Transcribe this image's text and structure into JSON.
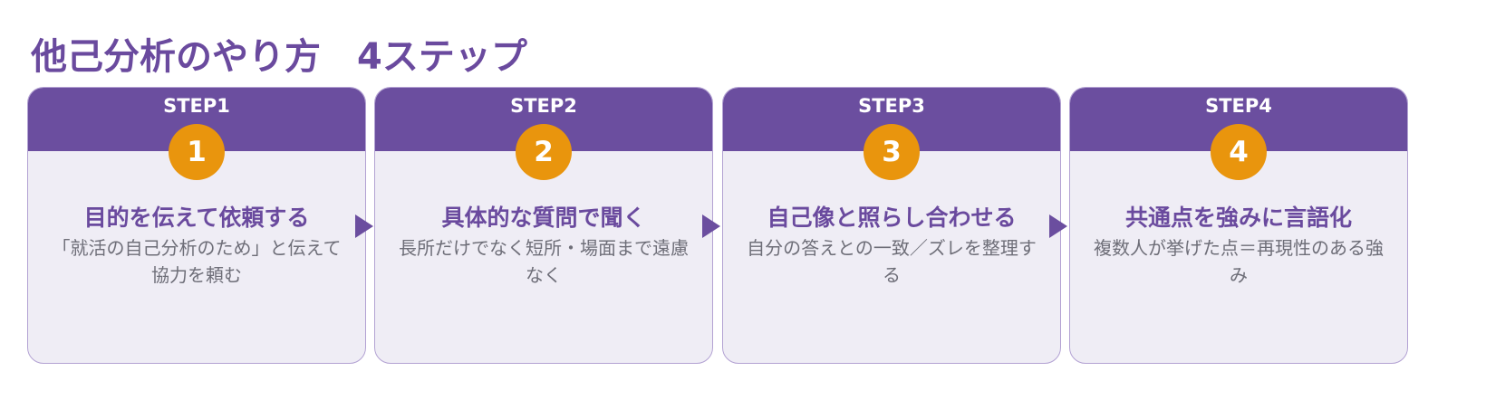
{
  "title": "他己分析のやり方　4ステップ",
  "steps": [
    {
      "label": "STEP1",
      "number": "1",
      "title": "目的を伝えて依頼する",
      "description": "「就活の自己分析のため」と伝えて協力を頼む"
    },
    {
      "label": "STEP2",
      "number": "2",
      "title": "具体的な質問で聞く",
      "description": "長所だけでなく短所・場面まで遠慮なく"
    },
    {
      "label": "STEP3",
      "number": "3",
      "title": "自己像と照らし合わせる",
      "description": "自分の答えとの一致／ズレを整理する"
    },
    {
      "label": "STEP4",
      "number": "4",
      "title": "共通点を強みに言語化",
      "description": "複数人が挙げた点＝再現性のある強み"
    }
  ],
  "colors": {
    "primary": "#6b4e9f",
    "accent": "#e9950d",
    "card_background": "#efedf5",
    "description_text": "#6e6e78"
  }
}
